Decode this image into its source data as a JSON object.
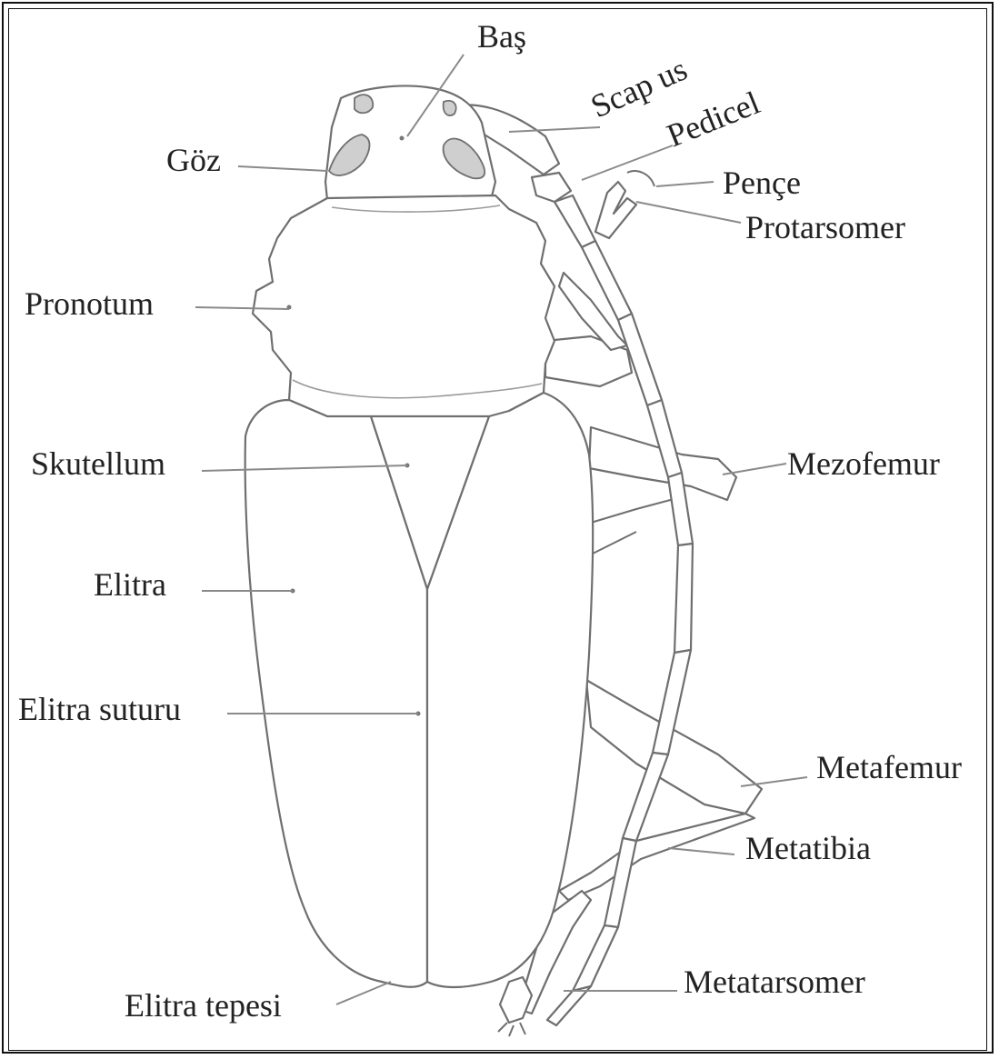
{
  "labels": {
    "bas": "Baş",
    "scapus": "Scap us",
    "pedicel": "Pedicel",
    "pence": "Pençe",
    "protarsomer": "Protarsomer",
    "goz": "Göz",
    "pronotum": "Pronotum",
    "skutellum": "Skutellum",
    "elitra": "Elitra",
    "elitra_suturu": "Elitra suturu",
    "elitra_tepesi": "Elitra tepesi",
    "mezofemur": "Mezofemur",
    "metafemur": "Metafemur",
    "metatibia": "Metatibia",
    "metatarsomer": "Metatarsomer"
  }
}
